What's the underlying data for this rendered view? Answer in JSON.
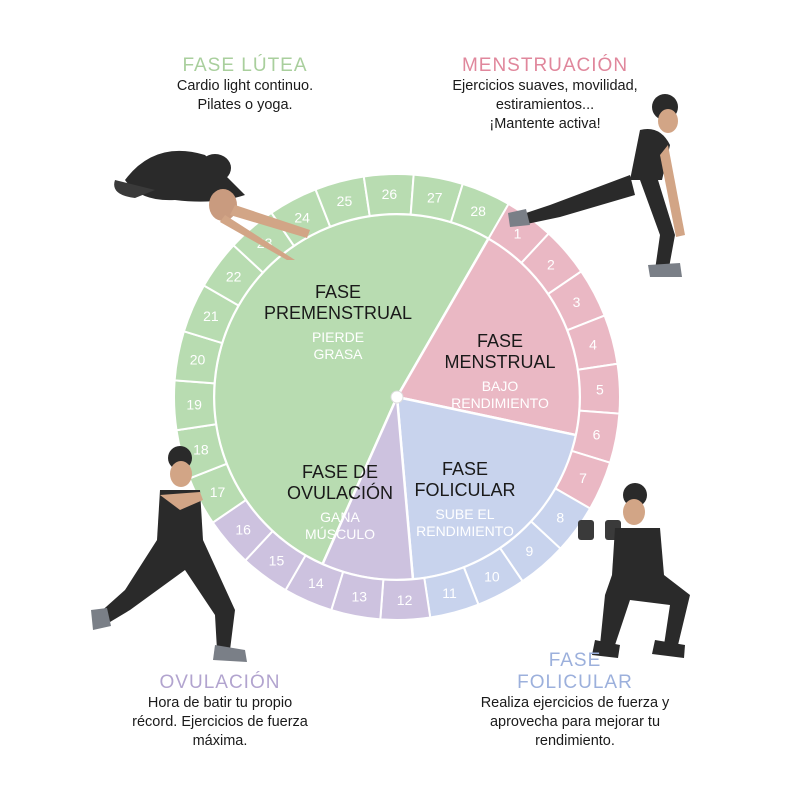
{
  "colors": {
    "luteal": "#b8dcb1",
    "luteal_dark": "#a4d099",
    "menstrual": "#eab8c4",
    "menstrual_dark": "#dd8fa2",
    "ovulation": "#cdc2df",
    "ovulation_dark": "#b7a9d2",
    "follicular": "#c8d3ed",
    "follicular_dark": "#a8b9e2",
    "label_luteal": "#a9cf9d",
    "label_menstrual": "#e0879c",
    "label_ovulation": "#b2a4cf",
    "label_follicular": "#9cb0dc"
  },
  "corners": {
    "top_left": {
      "title": "FASE LÚTEA",
      "text": "Cardio light continuo.\nPilates o yoga."
    },
    "top_right": {
      "title": "MENSTRUACIÓN",
      "text": "Ejercicios suaves, movilidad,\nestiramientos...\n¡Mantente activa!"
    },
    "bottom_left": {
      "title": "OVULACIÓN",
      "text": "Hora de batir tu propio\nrécord. Ejercicios de fuerza\nmáxima."
    },
    "bottom_right": {
      "title_line1": "FASE",
      "title_line2": "FOLICULAR",
      "text": "Realiza ejercicios de fuerza y\naprovecha para mejorar tu\nrendimiento."
    }
  },
  "sectors": {
    "premenstrual": {
      "title": [
        "FASE",
        "PREMENSTRUAL"
      ],
      "sub": [
        "PIERDE",
        "GRASA"
      ]
    },
    "menstrual": {
      "title": [
        "FASE",
        "MENSTRUAL"
      ],
      "sub": [
        "BAJO",
        "RENDIMIENTO"
      ]
    },
    "ovulation": {
      "title": [
        "FASE DE",
        "OVULACIÓN"
      ],
      "sub": [
        "GANA",
        "MÚSCULO"
      ]
    },
    "follicular": {
      "title": [
        "FASE",
        "FOLICULAR"
      ],
      "sub": [
        "SUBE EL",
        "RENDIMIENTO"
      ]
    }
  },
  "days": [
    "1",
    "2",
    "3",
    "4",
    "5",
    "6",
    "7",
    "8",
    "9",
    "10",
    "11",
    "12",
    "13",
    "14",
    "15",
    "16",
    "17",
    "18",
    "19",
    "20",
    "21",
    "22",
    "23",
    "24",
    "25",
    "26",
    "27",
    "28"
  ]
}
